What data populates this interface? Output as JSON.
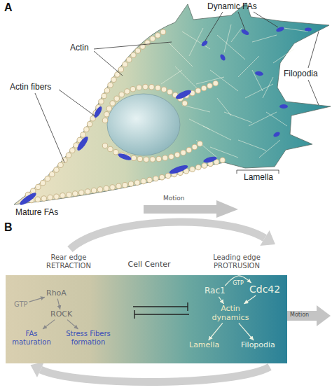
{
  "diagram": {
    "nodes": [
      {
        "text": [
          "Motion"
        ]
      },
      {
        "text": [
          "Rear edge RETRACTION",
          "Cell Center",
          "Leading edge PROTRUSION"
        ]
      },
      {
        "text": [
          "GTP"
        ],
        "in": 1
      },
      {
        "text": [
          "RhoA"
        ],
        "in": 1
      },
      {
        "text": [
          "ROCK"
        ],
        "in": 1
      },
      {
        "text": [
          "FAs maturation"
        ],
        "in": 1
      },
      {
        "text": [
          "Stress Fibers formation"
        ],
        "in": 1
      },
      {
        "text": [
          "Rac1"
        ],
        "in": 1
      },
      {
        "text": [
          "Cdc42"
        ],
        "in": 1
      },
      {
        "text": [
          "Actin dynamics"
        ],
        "in": 1
      },
      {
        "text": [
          "Lamella"
        ],
        "in": 1
      },
      {
        "text": [
          "Filopodia"
        ],
        "in": 1
      },
      {
        "text": [
          "Motion"
        ]
      }
    ],
    "edges": [
      {
        "from": 2,
        "to": 3,
        "arrow": "to"
      },
      {
        "from": 3,
        "to": 4,
        "arrow": "to"
      },
      {
        "from": 4,
        "to": 5,
        "arrow": "to"
      },
      {
        "from": 4,
        "to": 6,
        "arrow": "to"
      },
      {
        "from": 7,
        "to": 8,
        "label": "GTP",
        "arrow": "to"
      },
      {
        "from": 7,
        "to": 9,
        "arrow": "to"
      },
      {
        "from": 8,
        "to": 9,
        "arrow": "to"
      },
      {
        "from": 9,
        "to": 10,
        "arrow": "to"
      },
      {
        "from": 9,
        "to": 11,
        "arrow": "to"
      }
    ],
    "labels": [
      "A",
      "Dynamic FAs",
      "Actin",
      "Filopodia",
      "Actin fibers",
      "Lamella",
      "Mature FAs",
      "B"
    ]
  }
}
